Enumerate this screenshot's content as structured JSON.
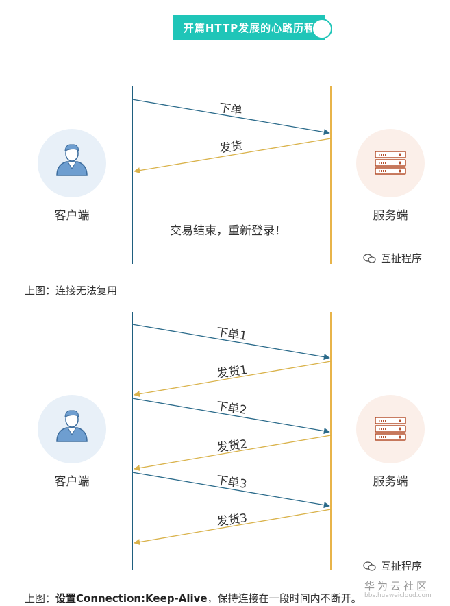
{
  "title": "开篇HTTP发展的心路历程",
  "diagram1": {
    "client_label": "客户端",
    "server_label": "服务端",
    "messages": [
      "下单",
      "发货"
    ],
    "note": "交易结束，重新登录！",
    "caption": "上图：连接无法复用"
  },
  "diagram2": {
    "client_label": "客户端",
    "server_label": "服务端",
    "messages": [
      "下单1",
      "发货1",
      "下单2",
      "发货2",
      "下单3",
      "发货3"
    ],
    "caption_prefix": "上图：",
    "caption_bold": "设置Connection:Keep-Alive",
    "caption_suffix": "，保持连接在一段时间内不断开。"
  },
  "watermark": "互扯程序",
  "brand": "华为云社区",
  "brand_sub": "bbs.huaweicloud.com",
  "colors": {
    "title_bg": "#1fc5b8",
    "client_line": "#1f5f7f",
    "server_line": "#e8b44a",
    "request_arrow": "#2a6a8a",
    "response_arrow": "#d9b24a",
    "client_circle": "#e8f0f8",
    "server_circle": "#fbefe9"
  }
}
